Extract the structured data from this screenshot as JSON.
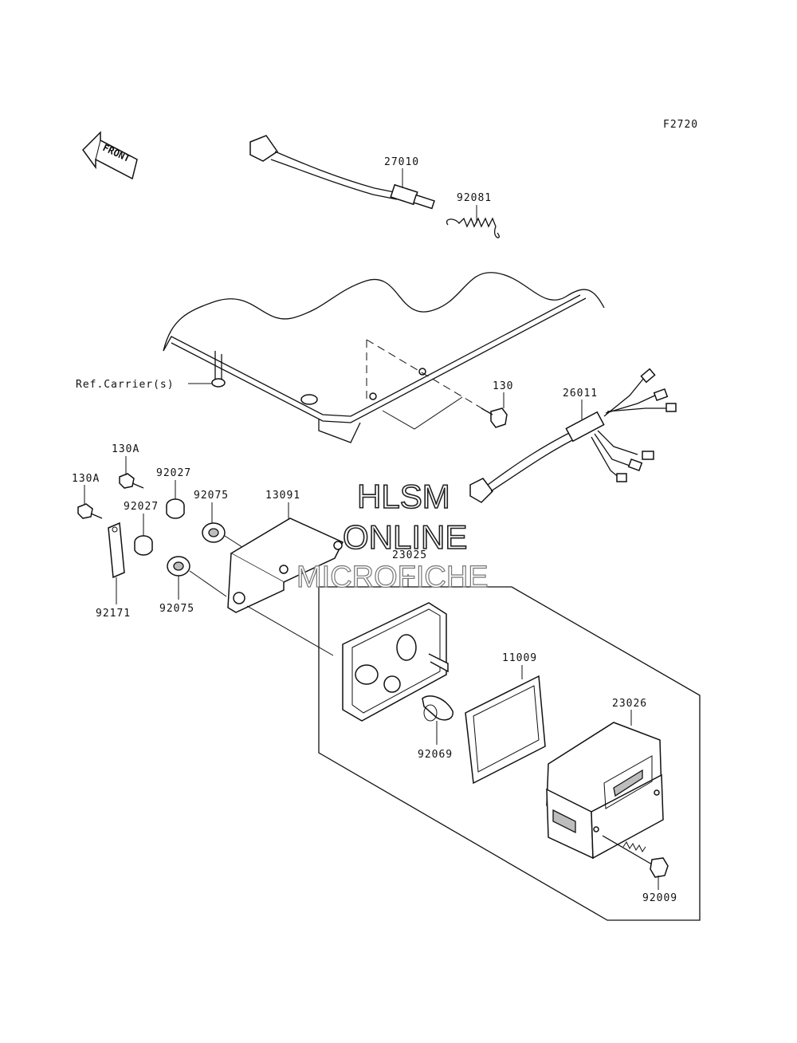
{
  "diagram_code": "F2720",
  "front_label": "FRONT",
  "ref_carrier_label": "Ref.Carrier(s)",
  "watermark": {
    "line1": "HLSM",
    "line2": "ONLINE",
    "line3": "MICROFICHE"
  },
  "part_labels": {
    "p27010": "27010",
    "p92081": "92081",
    "p130": "130",
    "p26011": "26011",
    "p130a_upper": "130A",
    "p130a_lower": "130A",
    "p92027_upper": "92027",
    "p92027_lower": "92027",
    "p92075_upper": "92075",
    "p92075_lower": "92075",
    "p13091": "13091",
    "p23025": "23025",
    "p92171": "92171",
    "p11009": "11009",
    "p23026": "23026",
    "p92069": "92069",
    "p92009": "92009"
  }
}
